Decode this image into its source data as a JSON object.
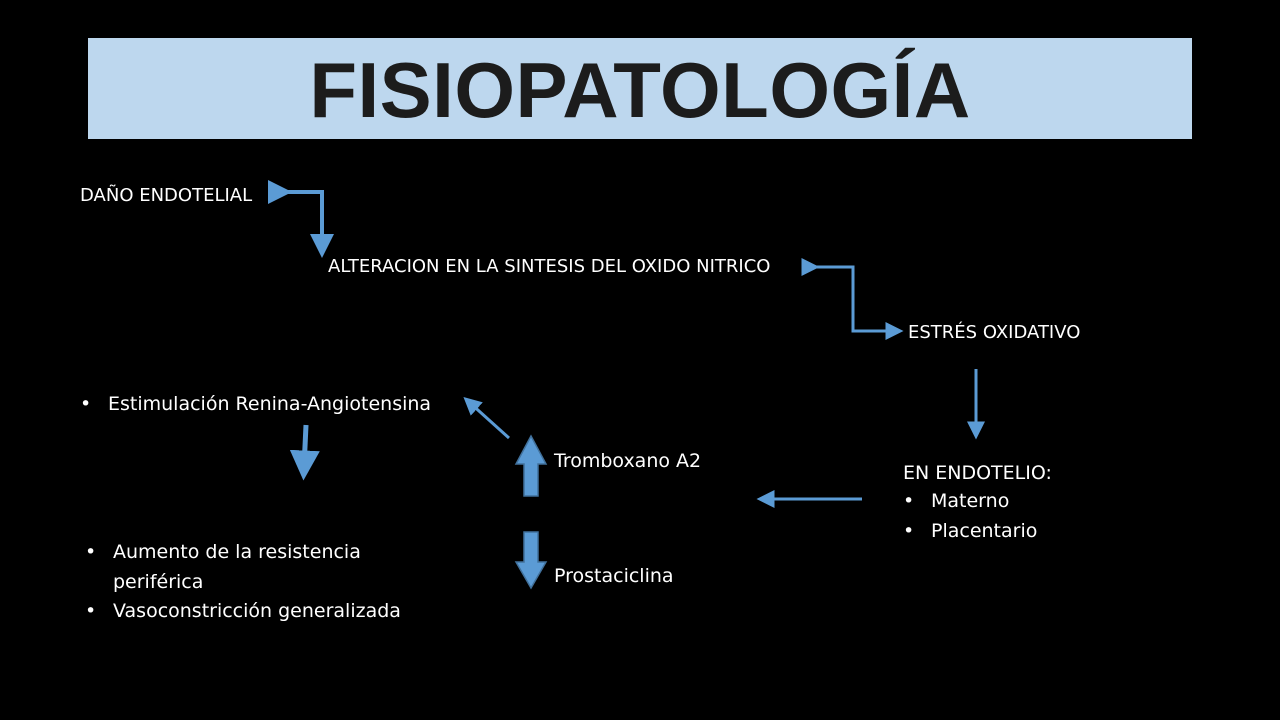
{
  "title": "FISIOPATOLOGÍA",
  "colors": {
    "background": "#000000",
    "banner": "#bdd7ee",
    "title_text": "#1c1c1c",
    "arrow": "#5b9bd5",
    "text": "#ffffff"
  },
  "nodes": {
    "endothelial_damage": "DAÑO ENDOTELIAL",
    "nitric_oxide": "ALTERACION EN LA SINTESIS DEL OXIDO NITRICO",
    "oxidative_stress": "ESTRÉS OXIDATIVO",
    "endothelium": {
      "heading": "EN ENDOTELIO:",
      "items": [
        "Materno",
        "Placentario"
      ]
    },
    "thromboxane": "Tromboxano A2",
    "prostacyclin": "Prostaciclina",
    "renin_angiotensin": "Estimulación Renina-Angiotensina",
    "effects": [
      "Aumento de la resistencia periférica",
      "Vasoconstricción generalizada"
    ]
  }
}
